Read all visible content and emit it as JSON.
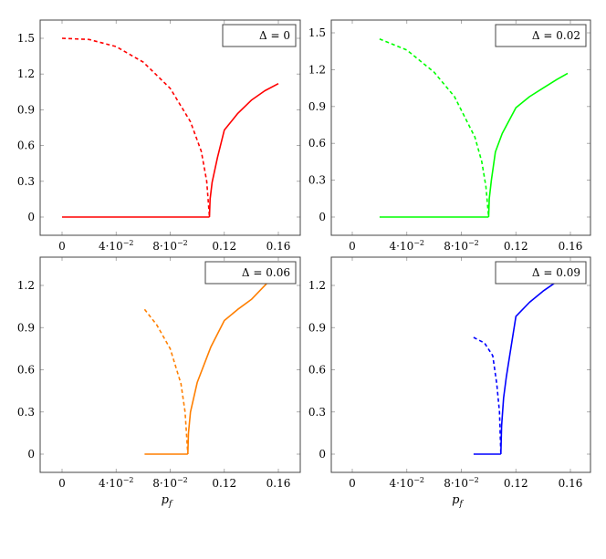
{
  "chart_data": [
    {
      "type": "line",
      "panel": "top-left",
      "legend": "Δ = 0",
      "color": "#ff0000",
      "xlabel": "",
      "ylabel": "",
      "xlim": [
        -0.018,
        0.175
      ],
      "ylim": [
        -0.15,
        1.65
      ],
      "xticks": [
        0,
        0.04,
        0.08,
        0.12,
        0.16
      ],
      "xtick_labels": [
        "0",
        "4·10⁻²",
        "8·10⁻²",
        "0.12",
        "0.16"
      ],
      "yticks": [
        0,
        0.3,
        0.6,
        0.9,
        1.2,
        1.5
      ],
      "ytick_labels": [
        "0",
        "0.3",
        "0.6",
        "0.9",
        "1.2",
        "1.5"
      ],
      "legend_position": "north east",
      "series": [
        {
          "name": "zero branch (solid)",
          "style": "solid",
          "x": [
            0,
            0.109
          ],
          "y": [
            0,
            0
          ]
        },
        {
          "name": "stable branch (solid)",
          "style": "solid",
          "x": [
            0.109,
            0.1095,
            0.111,
            0.115,
            0.12,
            0.13,
            0.14,
            0.15,
            0.16
          ],
          "y": [
            0,
            0.15,
            0.29,
            0.5,
            0.73,
            0.87,
            0.98,
            1.06,
            1.12
          ]
        },
        {
          "name": "unstable branch (dashed)",
          "style": "dashed",
          "x": [
            0,
            0.02,
            0.04,
            0.06,
            0.08,
            0.095,
            0.103,
            0.107,
            0.109
          ],
          "y": [
            1.5,
            1.49,
            1.43,
            1.3,
            1.08,
            0.8,
            0.55,
            0.3,
            0
          ]
        }
      ]
    },
    {
      "type": "line",
      "panel": "top-right",
      "legend": "Δ = 0.02",
      "color": "#00ff00",
      "xlabel": "",
      "ylabel": "",
      "xlim": [
        -0.018,
        0.175
      ],
      "ylim": [
        -0.15,
        1.6
      ],
      "xticks": [
        0,
        0.04,
        0.08,
        0.12,
        0.16
      ],
      "xtick_labels": [
        "0",
        "4·10⁻²",
        "8·10⁻²",
        "0.12",
        "0.16"
      ],
      "yticks": [
        0,
        0.3,
        0.6,
        0.9,
        1.2,
        1.5
      ],
      "ytick_labels": [
        "0",
        "0.3",
        "0.6",
        "0.9",
        "1.2",
        "1.5"
      ],
      "legend_position": "north east",
      "series": [
        {
          "name": "zero branch (solid)",
          "style": "solid",
          "x": [
            0.02,
            0.1
          ],
          "y": [
            0,
            0
          ]
        },
        {
          "name": "stable branch (solid)",
          "style": "solid",
          "x": [
            0.1,
            0.1005,
            0.102,
            0.105,
            0.11,
            0.12,
            0.13,
            0.14,
            0.15,
            0.158
          ],
          "y": [
            0,
            0.15,
            0.3,
            0.53,
            0.68,
            0.89,
            0.98,
            1.05,
            1.12,
            1.17
          ]
        },
        {
          "name": "unstable branch (dashed)",
          "style": "dashed",
          "x": [
            0.02,
            0.04,
            0.06,
            0.075,
            0.09,
            0.095,
            0.098,
            0.1
          ],
          "y": [
            1.45,
            1.36,
            1.18,
            0.98,
            0.65,
            0.45,
            0.25,
            0
          ]
        }
      ]
    },
    {
      "type": "line",
      "panel": "bottom-left",
      "legend": "Δ = 0.06",
      "color": "#ff7f00",
      "xlabel": "p_f",
      "ylabel": "",
      "xlim": [
        -0.018,
        0.175
      ],
      "ylim": [
        -0.13,
        1.4
      ],
      "xticks": [
        0,
        0.04,
        0.08,
        0.12,
        0.16
      ],
      "xtick_labels": [
        "0",
        "4·10⁻²",
        "8·10⁻²",
        "0.12",
        "0.16"
      ],
      "yticks": [
        0,
        0.3,
        0.6,
        0.9,
        1.2
      ],
      "ytick_labels": [
        "0",
        "0.3",
        "0.6",
        "0.9",
        "1.2"
      ],
      "legend_position": "north east",
      "series": [
        {
          "name": "zero branch (solid)",
          "style": "solid",
          "x": [
            0.061,
            0.093
          ],
          "y": [
            0,
            0
          ]
        },
        {
          "name": "stable branch (solid)",
          "style": "solid",
          "x": [
            0.093,
            0.0935,
            0.095,
            0.1,
            0.11,
            0.12,
            0.13,
            0.14,
            0.155
          ],
          "y": [
            0,
            0.15,
            0.3,
            0.51,
            0.76,
            0.95,
            1.03,
            1.1,
            1.25
          ]
        },
        {
          "name": "unstable branch (dashed)",
          "style": "dashed",
          "x": [
            0.061,
            0.07,
            0.08,
            0.088,
            0.091,
            0.093
          ],
          "y": [
            1.03,
            0.92,
            0.75,
            0.5,
            0.3,
            0
          ]
        }
      ]
    },
    {
      "type": "line",
      "panel": "bottom-right",
      "legend": "Δ = 0.09",
      "color": "#0000ff",
      "xlabel": "p_f",
      "ylabel": "",
      "xlim": [
        -0.018,
        0.175
      ],
      "ylim": [
        -0.13,
        1.4
      ],
      "xticks": [
        0,
        0.04,
        0.08,
        0.12,
        0.16
      ],
      "xtick_labels": [
        "0",
        "4·10⁻²",
        "8·10⁻²",
        "0.12",
        "0.16"
      ],
      "yticks": [
        0,
        0.3,
        0.6,
        0.9,
        1.2
      ],
      "ytick_labels": [
        "0",
        "0.3",
        "0.6",
        "0.9",
        "1.2"
      ],
      "legend_position": "north east",
      "series": [
        {
          "name": "zero branch (solid)",
          "style": "solid",
          "x": [
            0.089,
            0.109
          ],
          "y": [
            0,
            0
          ]
        },
        {
          "name": "stable branch (solid)",
          "style": "solid",
          "x": [
            0.109,
            0.1095,
            0.111,
            0.113,
            0.12,
            0.13,
            0.14,
            0.152
          ],
          "y": [
            0,
            0.2,
            0.4,
            0.55,
            0.98,
            1.08,
            1.16,
            1.24
          ]
        },
        {
          "name": "unstable branch (dashed)",
          "style": "dashed",
          "x": [
            0.089,
            0.097,
            0.103,
            0.106,
            0.108,
            0.109
          ],
          "y": [
            0.83,
            0.79,
            0.7,
            0.5,
            0.3,
            0
          ]
        }
      ]
    }
  ],
  "panels": [
    {
      "legend": "Δ = 0"
    },
    {
      "legend": "Δ = 0.02"
    },
    {
      "legend": "Δ = 0.06",
      "xlabel": "p"
    },
    {
      "legend": "Δ = 0.09",
      "xlabel": "p"
    }
  ],
  "xlabel_sub": "f"
}
